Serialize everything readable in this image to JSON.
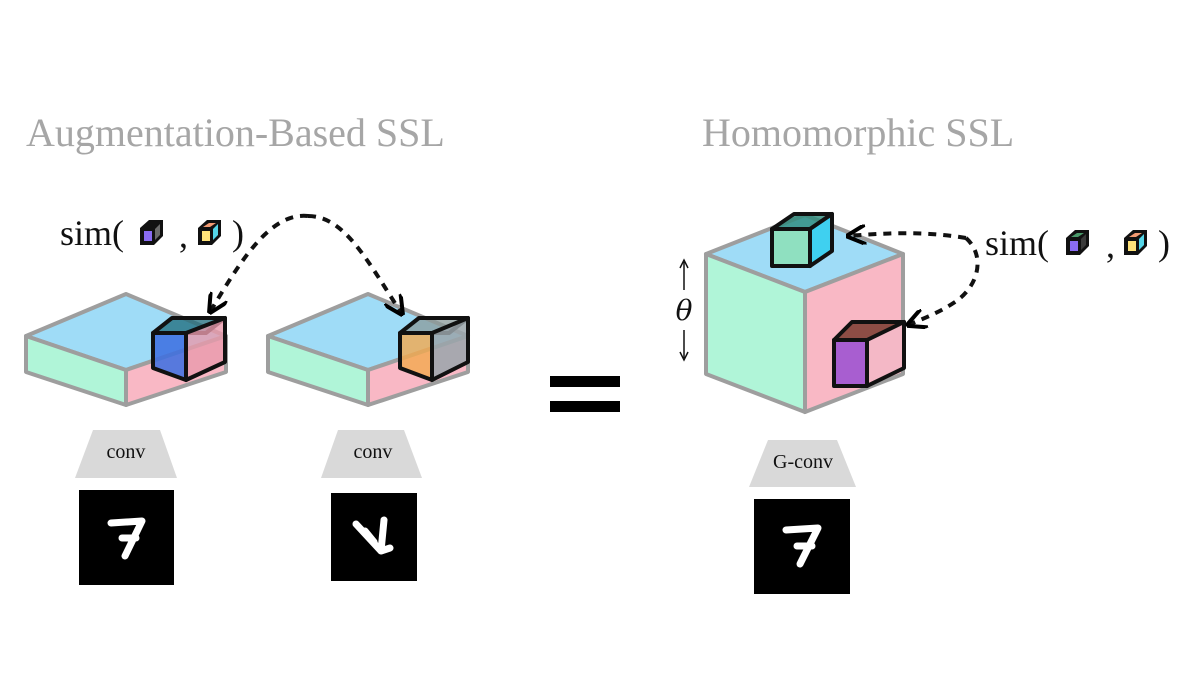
{
  "titles": {
    "left": "Augmentation-Based SSL",
    "right": "Homomorphic SSL"
  },
  "sim": {
    "prefix": "sim(",
    "separator": ",",
    "suffix": ")"
  },
  "encoders": {
    "left_a": "conv",
    "left_b": "conv",
    "right": "G-conv"
  },
  "axis_symbol": "θ",
  "equals_symbol": "=",
  "colors": {
    "title_gray": "#a6a6a6",
    "top_face": "#9fdcf7",
    "front_face": "#b0f5d8",
    "side_face": "#f9b8c5",
    "edge_gray": "#9e9e9e",
    "encoder_gray": "#d9d9d9",
    "image_bg": "#000000"
  },
  "icons": [
    "small-cube-icon",
    "digit-seven-image",
    "rotated-digit-seven-image"
  ]
}
